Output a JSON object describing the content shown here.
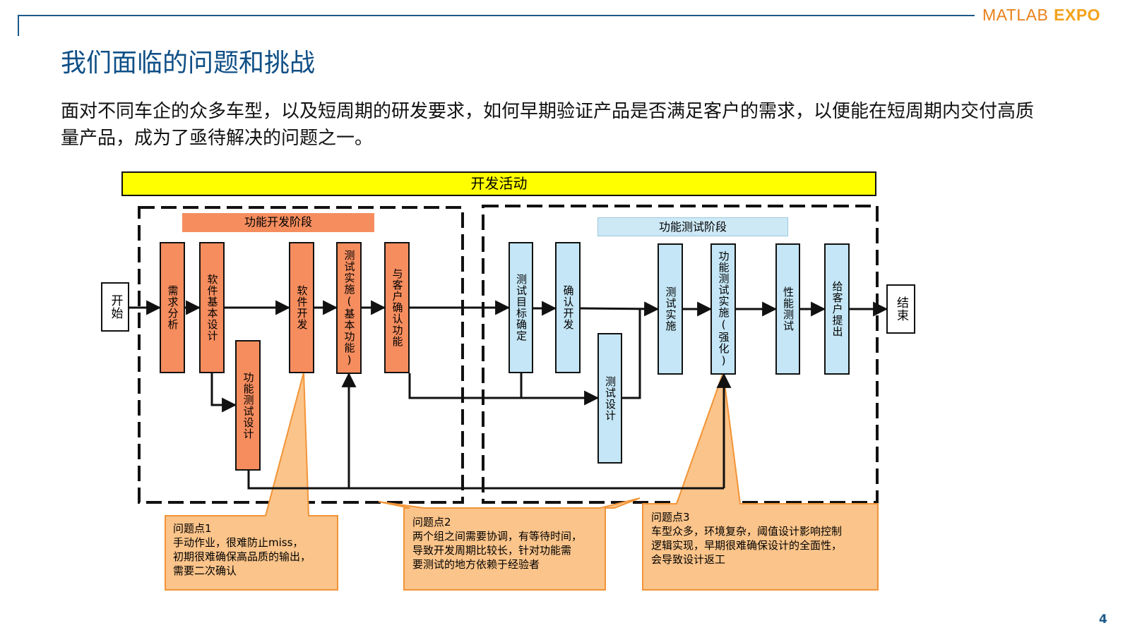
{
  "header": {
    "logo_part1": "MATLAB",
    "logo_part2": "EXPO"
  },
  "slide": {
    "title": "我们面临的问题和挑战",
    "intro": "面对不同车企的众多车型，以及短周期的研发要求，如何早期验证产品是否满足客户的需求，以便能在短周期内交付高质量产品，成为了亟待解决的问题之一。",
    "page_number": "4"
  },
  "diagram": {
    "top_band": "开发活动",
    "phase_dev": "功能开发阶段",
    "phase_test": "功能测试阶段",
    "start": "开始",
    "end": "结束",
    "dev_steps": [
      "需求分析",
      "软件基本设计",
      "功能测试设计",
      "软件开发",
      "测试实施(基本功能)",
      "与客户确认功能"
    ],
    "test_steps": [
      "测试目标确定",
      "确认开发",
      "测试设计",
      "测试实施",
      "功能测试实施(强化)",
      "性能测试",
      "给客户提出"
    ],
    "colors": {
      "band": "#ffff00",
      "dev_box": "#f68d5e",
      "test_box": "#c4e6f6",
      "callout": "#fbc48a",
      "callout_border": "#f29437"
    }
  },
  "issues": [
    {
      "title": "问题点1",
      "text": "手动作业，很难防止miss，\n初期很难确保高品质的输出，\n需要二次确认"
    },
    {
      "title": "问题点2",
      "text": "两个组之间需要协调，有等待时间，\n导致开发周期比较长，针对功能需\n要测试的地方依赖于经验者"
    },
    {
      "title": "问题点3",
      "text": "车型众多，环境复杂，阈值设计影响控制\n逻辑实现，早期很难确保设计的全面性，\n会导致设计返工"
    }
  ]
}
